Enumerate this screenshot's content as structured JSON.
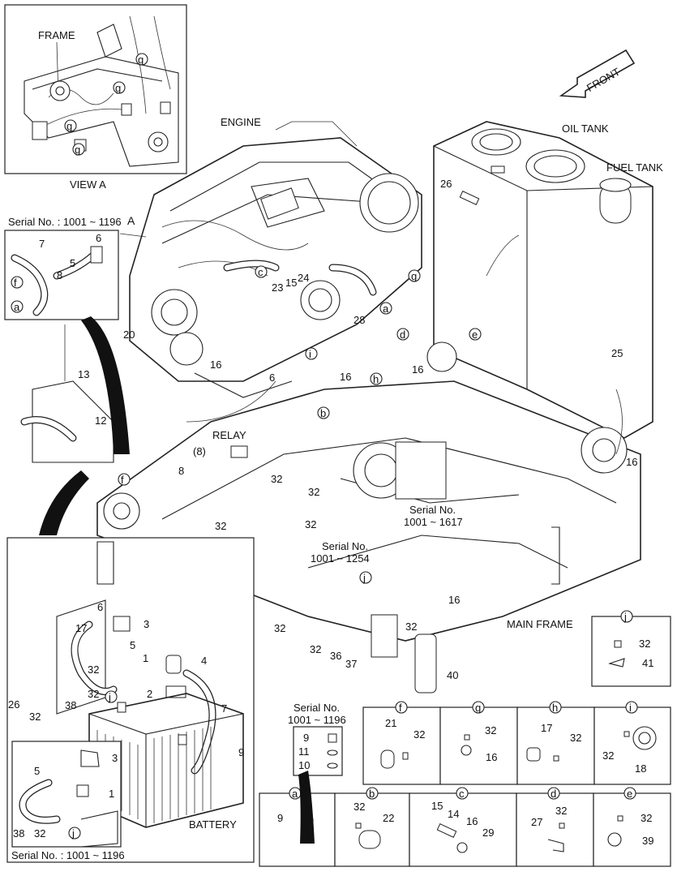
{
  "header": {
    "front_label": "FRONT"
  },
  "view_a": {
    "frame_label": "FRAME",
    "title": "VIEW A",
    "callouts": [
      "g",
      "g",
      "g",
      "g"
    ]
  },
  "main": {
    "engine_label": "ENGINE",
    "oil_tank_label": "OIL TANK",
    "fuel_tank_label": "FUEL TANK",
    "relay_label": "RELAY",
    "main_frame_label": "MAIN FRAME",
    "arrow_a_label": "A",
    "serial_1617": "Serial No.\n1001 ~ 1617",
    "serial_1254": "Serial No.\n1001 ~ 1254",
    "numbers": [
      "26",
      "25",
      "16",
      "23",
      "15",
      "24",
      "28",
      "20",
      "16",
      "6",
      "16",
      "13",
      "12",
      "(8)",
      "8",
      "32",
      "32",
      "32",
      "32",
      "32",
      "16",
      "36",
      "37",
      "32",
      "32",
      "16",
      "40"
    ],
    "letters": [
      "a",
      "b",
      "c",
      "d",
      "e",
      "f",
      "g",
      "h",
      "i",
      "j"
    ]
  },
  "inset_serial_1196": {
    "serial": "Serial No. : 1001 ~ 1196",
    "parts": [
      "7",
      "6",
      "5",
      "8",
      "f",
      "a"
    ]
  },
  "battery_area": {
    "battery_label": "BATTERY",
    "parts": [
      "6",
      "3",
      "17",
      "5",
      "1",
      "32",
      "32",
      "4",
      "2",
      "7",
      "26",
      "32",
      "38",
      "9"
    ],
    "serial_inset": "Serial No. : 1001 ~ 1196",
    "serial_inset_parts": [
      "3",
      "5",
      "1",
      "38",
      "32"
    ]
  },
  "small_serial": {
    "serial": "Serial No.\n1001 ~ 1196",
    "parts": [
      "9",
      "11",
      "10"
    ]
  },
  "detail_j": {
    "letter": "j",
    "parts": [
      "32",
      "41"
    ]
  },
  "details_row1": [
    {
      "letter": "f",
      "parts": [
        "21",
        "32"
      ]
    },
    {
      "letter": "g",
      "parts": [
        "32",
        "16"
      ]
    },
    {
      "letter": "h",
      "parts": [
        "17",
        "32"
      ]
    },
    {
      "letter": "i",
      "parts": [
        "32",
        "18"
      ]
    }
  ],
  "details_row2": [
    {
      "letter": "a",
      "parts": [
        "9"
      ]
    },
    {
      "letter": "b",
      "parts": [
        "32",
        "22"
      ]
    },
    {
      "letter": "c",
      "parts": [
        "15",
        "14",
        "16",
        "29"
      ]
    },
    {
      "letter": "d",
      "parts": [
        "27",
        "32"
      ]
    },
    {
      "letter": "e",
      "parts": [
        "32",
        "39"
      ]
    }
  ]
}
